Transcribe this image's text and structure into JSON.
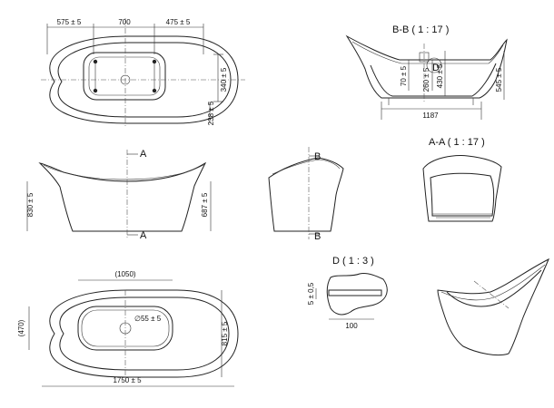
{
  "top_view": {
    "dims": [
      "575 ± 5",
      "700",
      "475 ± 5",
      "340 ± 5",
      "238 ± 5"
    ]
  },
  "section_bb": {
    "title": "B-B ( 1 : 17 )",
    "dims": [
      "70 ± 5",
      "260 ± 5",
      "430 ± 5",
      "545 ± 5",
      "1187"
    ],
    "marker": "D"
  },
  "side_view": {
    "marks": [
      "A",
      "A"
    ],
    "dims": [
      "830 ± 5",
      "687 ± 5"
    ]
  },
  "end_view": {
    "marks": [
      "B",
      "B"
    ]
  },
  "section_aa": {
    "title": "A-A ( 1 : 17 )"
  },
  "bottom_view": {
    "dims": [
      "(1050)",
      "(470)",
      "∅55 ± 5",
      "815 ± 5",
      "1750 ± 5"
    ]
  },
  "detail_d": {
    "title": "D ( 1 : 3 )",
    "dims": [
      "5 ± 0,5",
      "100"
    ]
  },
  "iso_view": {}
}
